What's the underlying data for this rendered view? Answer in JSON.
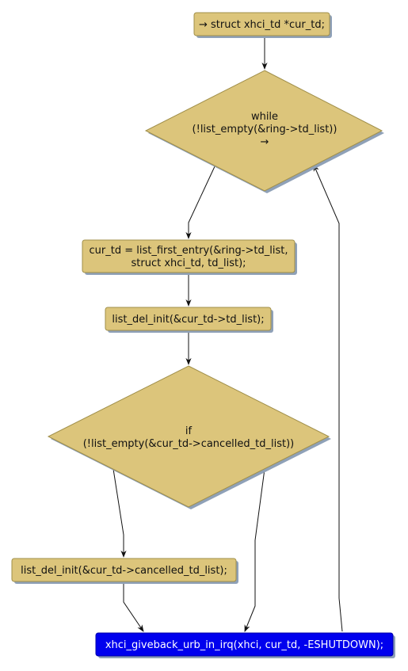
{
  "diagram": {
    "colors": {
      "box_fill": "#dcc57b",
      "box_stroke": "#a08f4a",
      "shadow": "#8fa1b8",
      "final_fill": "#0000ee",
      "final_stroke": "#0000aa",
      "final_text": "#ffffff",
      "edge": "#111111"
    },
    "nodes": {
      "start": {
        "lines": [
          "→ struct xhci_td *cur_td;"
        ]
      },
      "while_loop": {
        "lines": [
          "while",
          "(!list_empty(&ring->td_list))",
          "→"
        ]
      },
      "first_entry": {
        "lines": [
          "cur_td = list_first_entry(&ring->td_list,",
          "struct xhci_td, td_list);"
        ]
      },
      "del_init": {
        "lines": [
          "list_del_init(&cur_td->td_list);"
        ]
      },
      "if_cancelled": {
        "lines": [
          "if",
          "(!list_empty(&cur_td->cancelled_td_list))"
        ]
      },
      "del_cancelled": {
        "lines": [
          "list_del_init(&cur_td->cancelled_td_list);"
        ]
      },
      "giveback": {
        "lines": [
          "xhci_giveback_urb_in_irq(xhci, cur_td, -ESHUTDOWN);"
        ]
      }
    }
  }
}
